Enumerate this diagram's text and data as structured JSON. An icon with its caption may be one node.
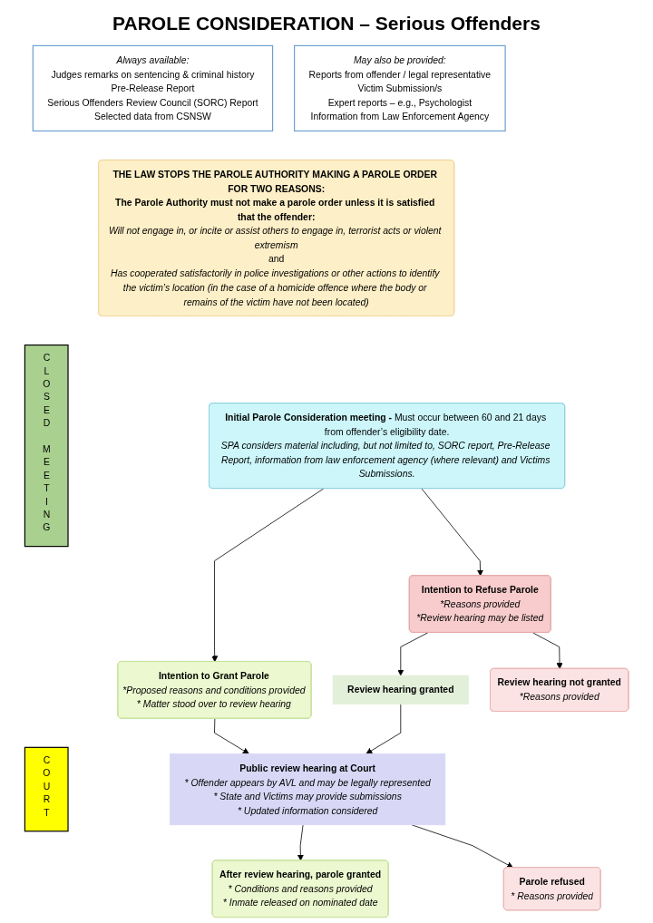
{
  "diagram": {
    "title": "PAROLE CONSIDERATION – Serious Offenders",
    "nodes": [
      {
        "text": [
          "Always available:",
          "Judges remarks on sentencing & criminal history",
          "Pre-Release Report",
          "Serious Offenders Review Council (SORC) Report",
          "Selected data from CSNSW"
        ]
      },
      {
        "text": [
          "May also be provided:",
          "Reports from offender / legal representative",
          "Victim Submission/s",
          "Expert reports – e.g., Psychologist",
          "Information from Law Enforcement Agency"
        ]
      },
      {
        "text": [
          "THE LAW STOPS THE PAROLE AUTHORITY MAKING A PAROLE ORDER FOR TWO REASONS:",
          "The Parole Authority must not make a parole order unless it is satisfied that the offender:",
          "Will not engage in, or incite or assist others to engage in, terrorist acts or violent extremism",
          "and",
          "Has cooperated satisfactorily in police investigations or other actions to identify the victim’s location (in the case of a homicide offence where the body or remains of the victim have not been located)"
        ]
      },
      {
        "text": [
          "CLOSED MEETING"
        ]
      },
      {
        "text": [
          "Initial Parole Consideration meeting -",
          "Must occur between 60 and 21 days from offender’s eligibility date.",
          "SPA considers material including, but not limited to, SORC report, Pre-Release Report, information from law enforcement agency (where relevant) and Victims Submissions."
        ]
      },
      {
        "text": [
          "Intention to Grant Parole",
          "*Proposed reasons and conditions provided",
          "* Matter stood over to review hearing"
        ]
      },
      {
        "text": [
          "Intention to Refuse Parole",
          "*Reasons provided",
          "*Review hearing may be listed"
        ]
      },
      {
        "text": [
          "Review hearing granted"
        ]
      },
      {
        "text": [
          "Review hearing not granted",
          "*Reasons provided"
        ]
      },
      {
        "text": [
          "COURT"
        ]
      },
      {
        "text": [
          "Public review hearing at Court",
          "* Offender appears by AVL and may be legally represented",
          "* State and Victims may provide submissions",
          "* Updated information considered"
        ]
      },
      {
        "text": [
          "After review hearing, parole granted",
          "* Conditions and reasons provided",
          "* Inmate released on nominated date"
        ]
      },
      {
        "text": [
          "Parole refused",
          "* Reasons provided"
        ]
      }
    ],
    "edges": [
      {
        "from": 4,
        "to": 5,
        "arrow": "to"
      },
      {
        "from": 4,
        "to": 6,
        "arrow": "to"
      },
      {
        "from": 6,
        "to": 7,
        "arrow": "to"
      },
      {
        "from": 6,
        "to": 8,
        "arrow": "to"
      },
      {
        "from": 5,
        "to": 10,
        "arrow": "to"
      },
      {
        "from": 7,
        "to": 10,
        "arrow": "to"
      },
      {
        "from": 10,
        "to": 11,
        "arrow": "to"
      },
      {
        "from": 10,
        "to": 12,
        "arrow": "to"
      }
    ]
  }
}
